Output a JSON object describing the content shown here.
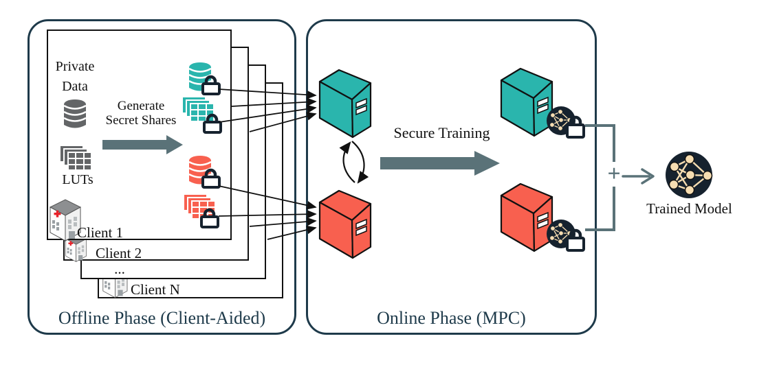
{
  "offline": {
    "title": "Offline Phase (Client-Aided)",
    "private_data": {
      "line1": "Private",
      "line2": "Data"
    },
    "generate_shares": {
      "line1": "Generate",
      "line2": "Secret Shares"
    },
    "luts_label": "LUTs",
    "clients": [
      {
        "label": "Client 1"
      },
      {
        "label": "Client 2"
      },
      {
        "label": "..."
      },
      {
        "label": "Client N"
      }
    ]
  },
  "online": {
    "title": "Online Phase (MPC)",
    "secure_training_label": "Secure Training"
  },
  "result": {
    "plus_label": "+",
    "trained_model_label": "Trained Model"
  },
  "colors": {
    "teal": "#2ab5ad",
    "red": "#f8604f",
    "border_navy": "#1e3a4a",
    "arrow_slate": "#5a7278",
    "icon_dark": "#16222e",
    "node_cream": "#f6ddb1",
    "icon_gray": "#636567"
  },
  "icons": {
    "database": "database-icon",
    "lut_table": "lut-table-icon",
    "lock": "lock-icon",
    "server": "server-icon",
    "client_building": "client-building-icon",
    "neural_network": "neural-network-icon",
    "secure_training_arrow": "big-arrow-right-icon",
    "exchange": "exchange-arrows-icon",
    "generate_arrow": "small-arrow-right-icon",
    "merge_arrow": "arrow-right-icon"
  }
}
